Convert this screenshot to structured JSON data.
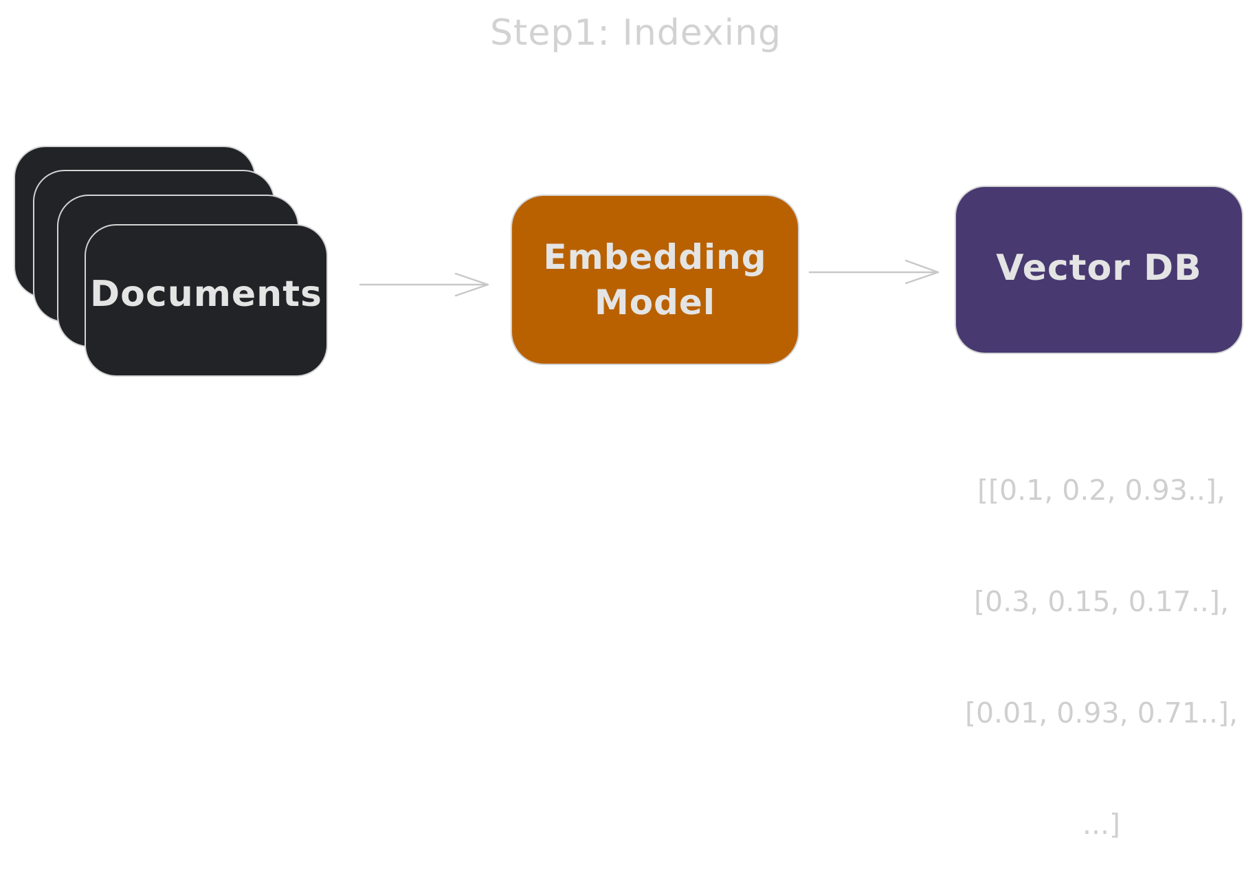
{
  "title": "Step1: Indexing",
  "nodes": {
    "documents": {
      "label": "Documents",
      "color": "#222326"
    },
    "embedding": {
      "label_line1": "Embedding",
      "label_line2": "Model",
      "color": "#b96101"
    },
    "vector_db": {
      "label": "Vector DB",
      "color": "#483970"
    }
  },
  "vectors": [
    "[[0.1, 0.2, 0.93..],",
    "[0.3, 0.15, 0.17..],",
    "[0.01, 0.93, 0.71..],",
    "...]"
  ],
  "colors": {
    "text_light": "#e4e4e4",
    "stroke": "#d4d4d4",
    "annotation": "#cfcfcf"
  }
}
